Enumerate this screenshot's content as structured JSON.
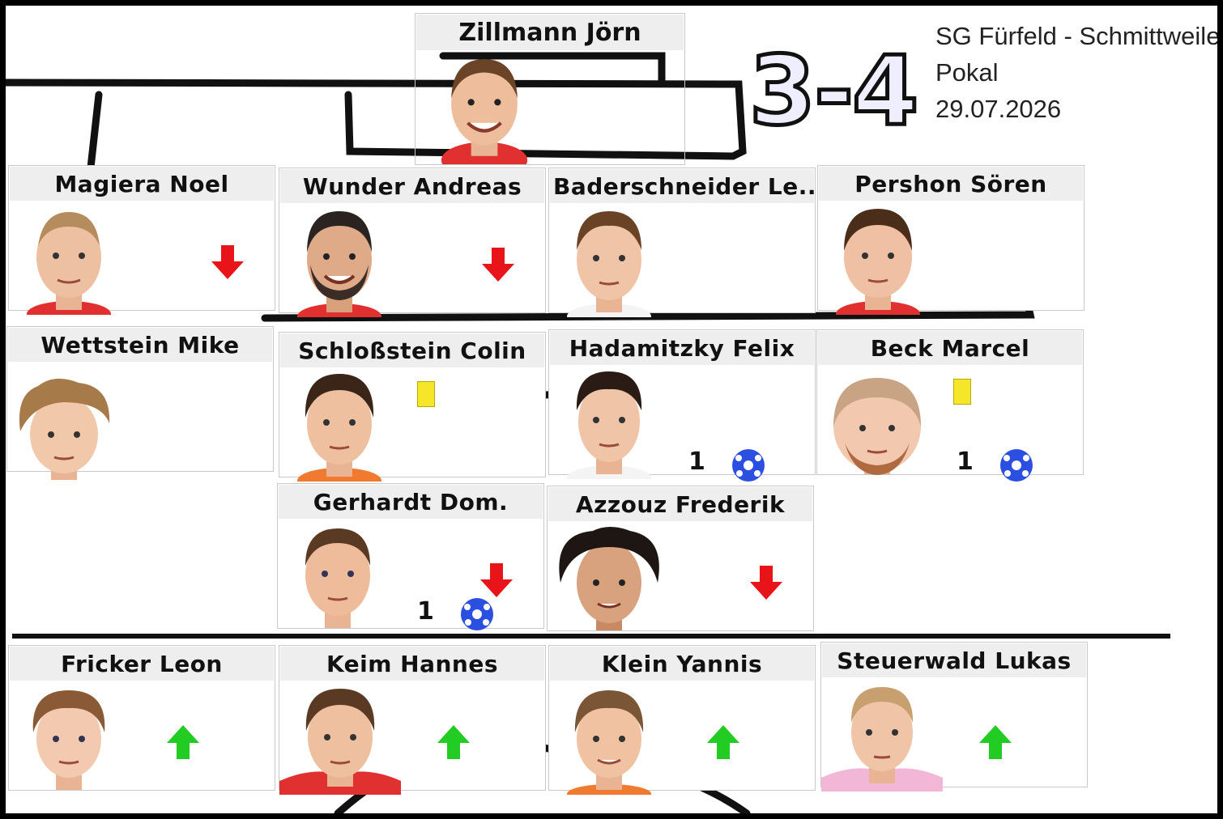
{
  "match": {
    "score": "3-4",
    "teams": "SG Fürfeld - Schmittweiler",
    "competition": "Pokal",
    "date": "29.07.2026"
  },
  "colors": {
    "sub_out_arrow": "#e8141a",
    "sub_in_arrow": "#22cc22",
    "yellow_card": "#f5e62a",
    "ball": "#2b4fe0",
    "name_header_bg": "#eeeeee",
    "jersey_red": "#e03030"
  },
  "goalkeeper": {
    "name": "Zillmann Jörn"
  },
  "row1": [
    {
      "name": "Magiera Noel",
      "sub_out": true
    },
    {
      "name": "Wunder Andreas",
      "sub_out": true
    },
    {
      "name": "Baderschneider Le..."
    },
    {
      "name": "Pershon Sören"
    }
  ],
  "row2": [
    {
      "name": "Wettstein Mike"
    },
    {
      "name": "Schloßstein Colin",
      "yellow_card": true
    },
    {
      "name": "Hadamitzky Felix",
      "goals": "1"
    },
    {
      "name": "Beck Marcel",
      "yellow_card": true,
      "goals": "1"
    }
  ],
  "row3": [
    {
      "name": "Gerhardt Dom.",
      "sub_out": true,
      "goals": "1"
    },
    {
      "name": "Azzouz Frederik",
      "sub_out": true
    }
  ],
  "bench": [
    {
      "name": "Fricker Leon",
      "sub_in": true
    },
    {
      "name": "Keim Hannes",
      "sub_in": true
    },
    {
      "name": "Klein Yannis",
      "sub_in": true
    },
    {
      "name": "Steuerwald Lukas",
      "sub_in": true
    }
  ]
}
